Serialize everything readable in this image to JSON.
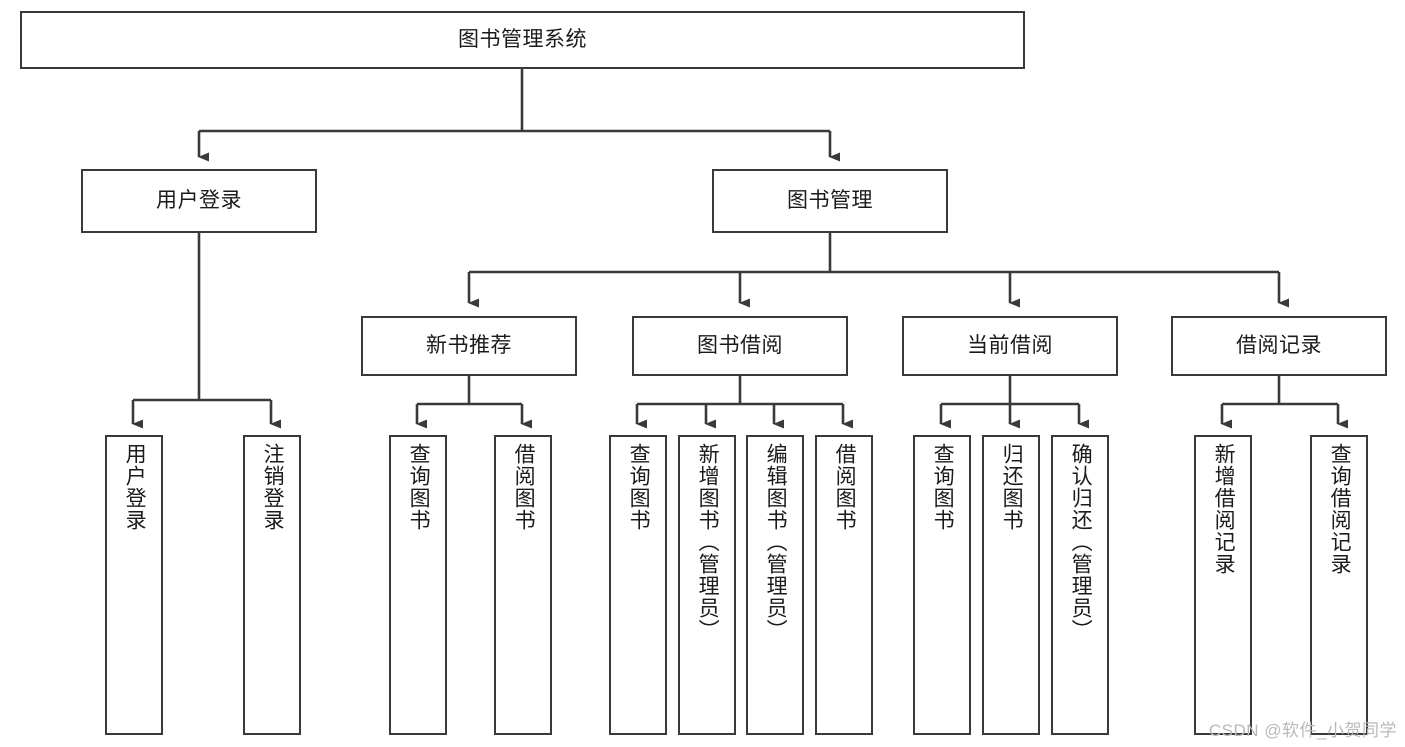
{
  "diagram": {
    "title": "图书管理系统",
    "type": "tree-hierarchy",
    "root": {
      "label": "图书管理系统"
    },
    "level1": [
      {
        "label": "用户登录"
      },
      {
        "label": "图书管理"
      }
    ],
    "level2": [
      {
        "label": "新书推荐"
      },
      {
        "label": "图书借阅"
      },
      {
        "label": "当前借阅"
      },
      {
        "label": "借阅记录"
      }
    ],
    "leaves": {
      "user_login": [
        {
          "label": "用户登录"
        },
        {
          "label": "注销登录"
        }
      ],
      "new_book": [
        {
          "label": "查询图书"
        },
        {
          "label": "借阅图书"
        }
      ],
      "book_borrow": [
        {
          "label": "查询图书"
        },
        {
          "label": "新增图书（管理员）"
        },
        {
          "label": "编辑图书（管理员）"
        },
        {
          "label": "借阅图书"
        }
      ],
      "current_borrow": [
        {
          "label": "查询图书"
        },
        {
          "label": "归还图书"
        },
        {
          "label": "确认归还（管理员）"
        }
      ],
      "borrow_record": [
        {
          "label": "新增借阅记录"
        },
        {
          "label": "查询借阅记录"
        }
      ]
    }
  },
  "watermark": {
    "text": "CSDN @软件_小贺同学"
  },
  "colors": {
    "box_border": "#3a3a3a",
    "background": "#ffffff",
    "text": "#1b1b1b",
    "watermark": "#b9b9b9"
  }
}
